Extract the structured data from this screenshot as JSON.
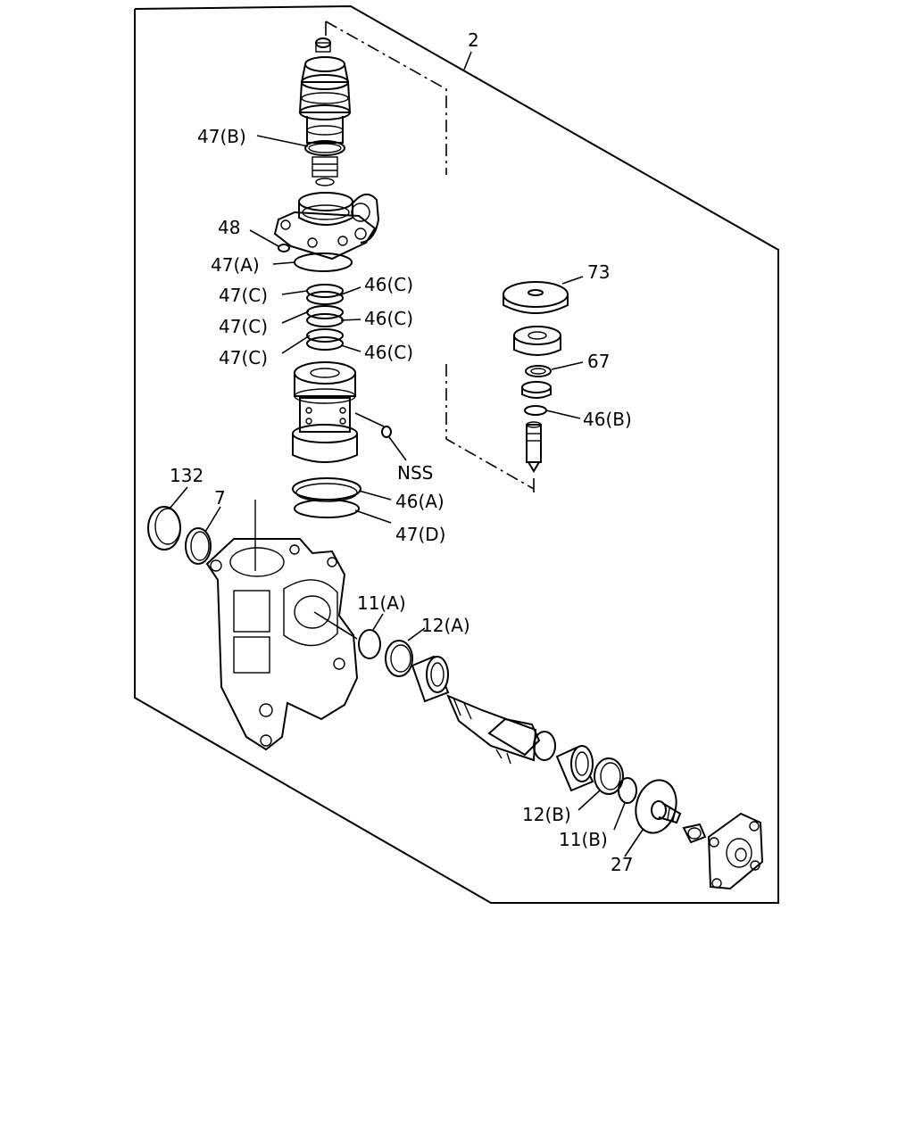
{
  "callouts": {
    "c2": "2",
    "c47b": "47(B)",
    "c48": "48",
    "c47a": "47(A)",
    "c47c_1": "47(C)",
    "c47c_2": "47(C)",
    "c47c_3": "47(C)",
    "c46c_1": "46(C)",
    "c46c_2": "46(C)",
    "c46c_3": "46(C)",
    "c73": "73",
    "c67": "67",
    "c46b": "46(B)",
    "nss": "NSS",
    "c46a": "46(A)",
    "c47d": "47(D)",
    "c132": "132",
    "c7": "7",
    "c11a": "11(A)",
    "c12a": "12(A)",
    "c12b": "12(B)",
    "c11b": "11(B)",
    "c27": "27"
  }
}
